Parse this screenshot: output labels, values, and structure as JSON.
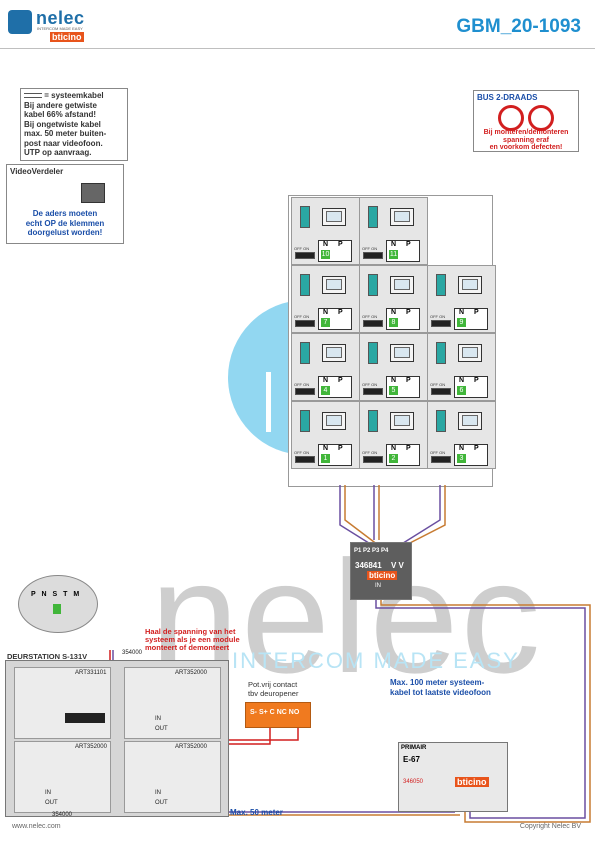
{
  "header": {
    "brand": "nelec",
    "tagline": "INTERCOM MADE EASY",
    "sub_brand": "bticino",
    "doc_id": "GBM_20-1093"
  },
  "notes": {
    "cable_legend": "= systeemkabel",
    "cable_lines": [
      "Bij andere getwiste",
      "kabel 66% afstand!",
      "Bij ongetwiste kabel",
      "max. 50 meter buiten-",
      "post naar videofoon.",
      "UTP op aanvraag."
    ],
    "videoverdeler_title": "VideoVerdeler",
    "videoverdeler_lines": [
      "De aders moeten",
      "echt OP de klemmen",
      "doorgelust worden!"
    ],
    "bus_title": "BUS 2-DRAADS",
    "bus_lines": [
      "Bij monteren/demonteren",
      "spanning eraf",
      "en voorkom defecten!"
    ],
    "power_warning": [
      "Haal de spanning van het",
      "systeem als je een module",
      "monteert of demonteert"
    ],
    "contact": [
      "Pot.vrij contact",
      "tbv deuropener"
    ],
    "distance_100": [
      "Max. 100 meter systeem-",
      "kabel tot laatste videofoon"
    ],
    "distance_50": "Max. 50 meter"
  },
  "grid": {
    "off_on": "OFF ON",
    "n_label": "N",
    "p_label": "P",
    "numbers": [
      "10",
      "11",
      "7",
      "8",
      "9",
      "4",
      "5",
      "6",
      "1",
      "2",
      "3"
    ]
  },
  "distributor": {
    "ports": [
      "P1",
      "P2",
      "P3",
      "P4"
    ],
    "model": "346841",
    "vv": "V V",
    "brand": "bticino",
    "in_label": "IN"
  },
  "doorstation": {
    "title": "DEURSTATION S-131V",
    "labels": [
      "P",
      "N",
      "S",
      "T",
      "M"
    ],
    "bus_code": "354000",
    "modules": [
      "ART331101",
      "ART352000",
      "ART352000",
      "ART352000"
    ],
    "in_label": "IN",
    "out_label": "OUT"
  },
  "relay": {
    "terminals": [
      "S-",
      "S+",
      "C",
      "NC",
      "NO"
    ]
  },
  "power_supply": {
    "primair": "PRIMAIR",
    "model": "E-67",
    "code": "346050",
    "brand": "bticino"
  },
  "footer": {
    "website": "www.nelec.com",
    "copyright": "Copyright Nelec BV"
  }
}
